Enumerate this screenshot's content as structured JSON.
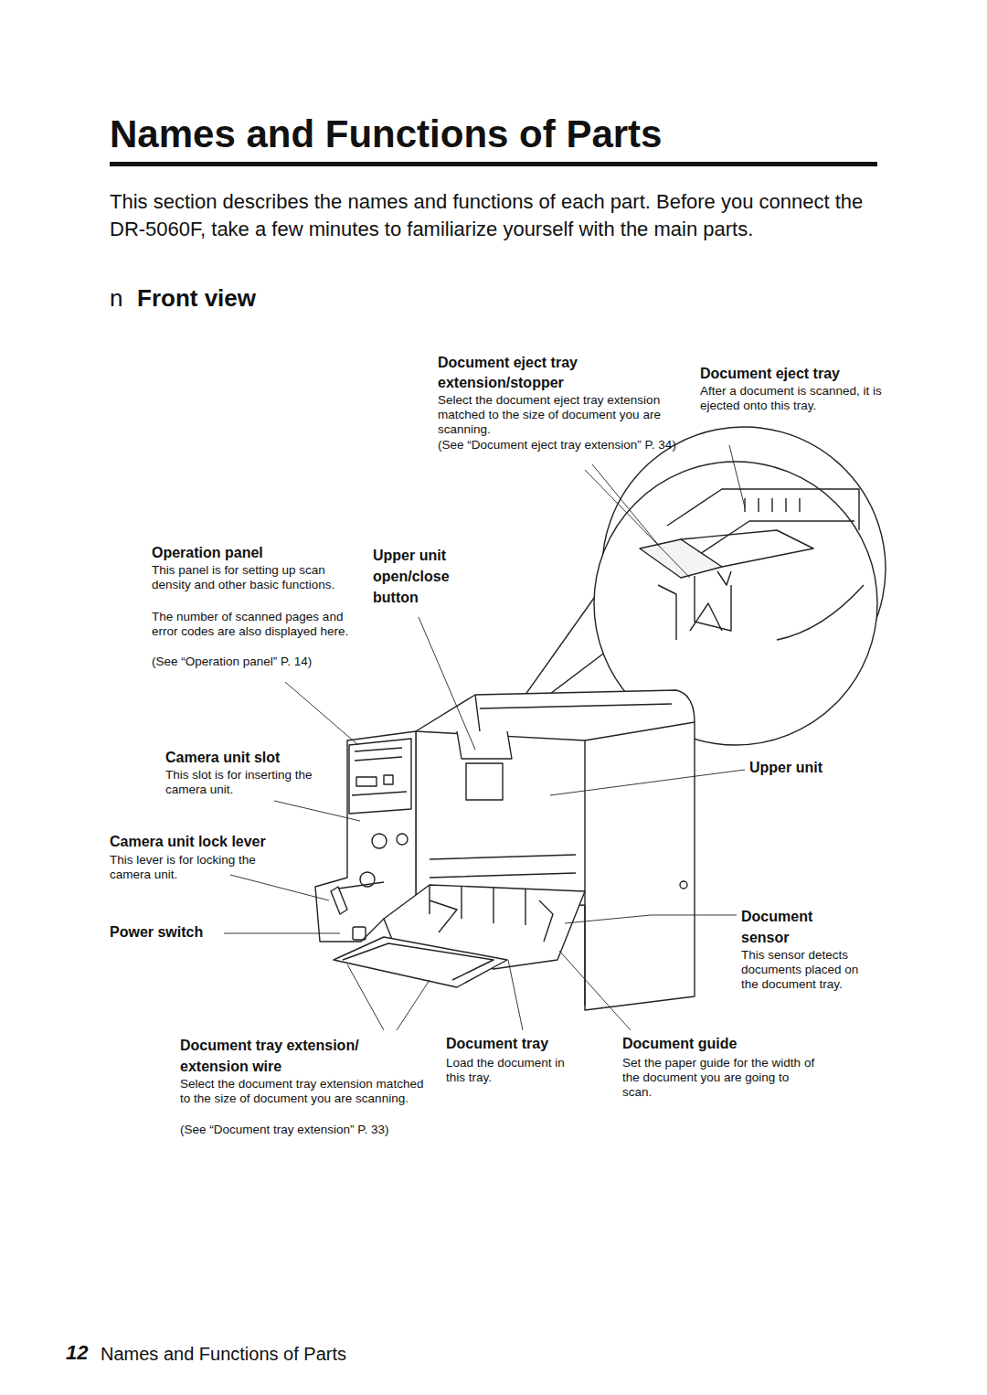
{
  "diagram": {
    "title": "Names and Functions of Parts",
    "labels": [
      "This section describes the names and functions of each part. Before you connect the DR-5060F, take a few minutes to familiarize yourself with the main parts.",
      "n",
      "Front view",
      "Document eject tray extension/stopper",
      "Select the document eject tray extension matched to the size of document you are scanning.",
      "(See “Document eject tray extension” P. 34)",
      "Document eject tray",
      "After a document is scanned, it is ejected onto this tray.",
      "Operation panel",
      "This panel is for setting up scan density and other basic functions.",
      "The number of scanned pages and error codes are also displayed here.",
      "(See “Operation panel” P. 14)",
      "Upper unit open/close button",
      "Camera unit slot",
      "This slot is for inserting the camera unit.",
      "Upper unit",
      "Camera unit lock lever",
      "This lever is for locking the camera unit.",
      "Power switch",
      "Document sensor",
      "This sensor detects documents placed on the document tray.",
      "Document tray extension/ extension wire",
      "Select the document tray extension matched to the size of document you are scanning.",
      "(See “Document tray extension” P. 33)",
      "Document tray",
      "Load the document in this tray.",
      "Document guide",
      "Set the paper guide for the width of the document you are going to scan.",
      "12",
      "Names and Functions of Parts"
    ]
  }
}
